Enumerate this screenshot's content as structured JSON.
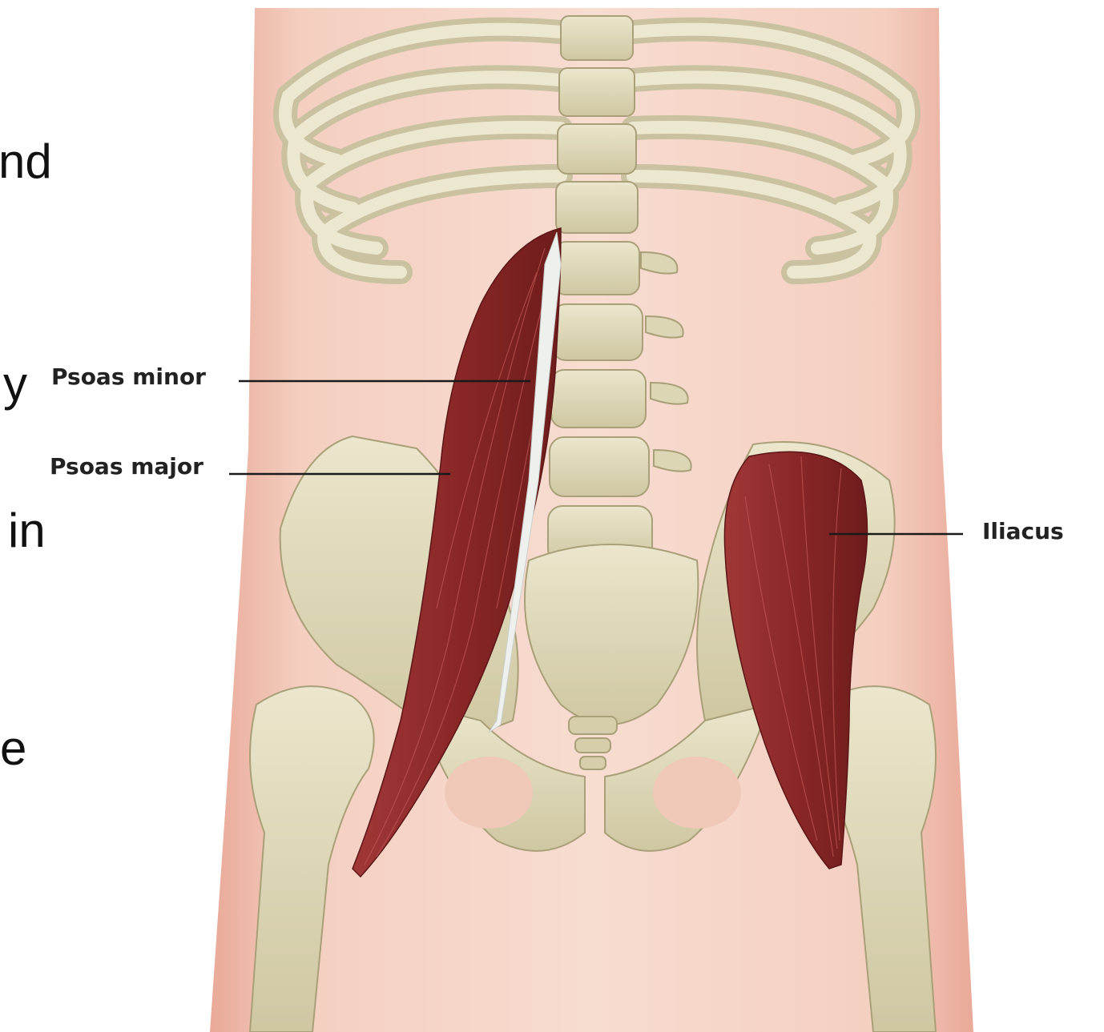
{
  "slide_text_fragments": [
    "nd",
    "y",
    "in",
    "e"
  ],
  "labels": {
    "psoas_minor": "Psoas minor",
    "psoas_major": "Psoas major",
    "iliacus": "Iliacus"
  },
  "colors": {
    "skin": "#f2c2b2",
    "bone": "#ddd7b8",
    "bone_shadow": "#b7ae88",
    "muscle": "#8e2b2b",
    "muscle_dark": "#6d1c1d",
    "tendon": "#eef0ee",
    "leader_line": "#1a1a1a"
  }
}
